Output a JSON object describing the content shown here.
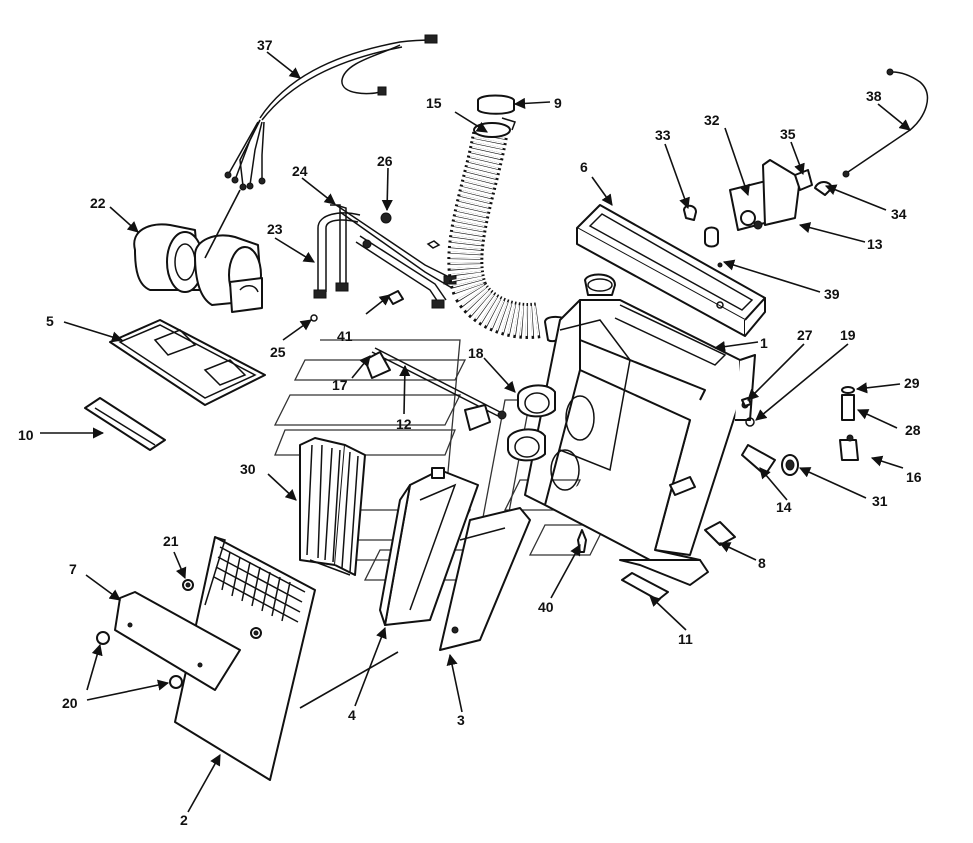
{
  "callouts": {
    "c1": "1",
    "c2": "2",
    "c3": "3",
    "c4": "4",
    "c5": "5",
    "c6": "6",
    "c7": "7",
    "c8": "8",
    "c9": "9",
    "c10": "10",
    "c11": "11",
    "c12": "12",
    "c13": "13",
    "c14": "14",
    "c15": "15",
    "c16": "16",
    "c17": "17",
    "c18": "18",
    "c19": "19",
    "c20": "20",
    "c21": "21",
    "c22": "22",
    "c23": "23",
    "c24": "24",
    "c25": "25",
    "c26": "26",
    "c27": "27",
    "c28": "28",
    "c29": "29",
    "c30": "30",
    "c31": "31",
    "c32": "32",
    "c33": "33",
    "c34": "34",
    "c35": "35",
    "c37": "37",
    "c38": "38",
    "c39": "39",
    "c40": "40",
    "c41": "41"
  }
}
